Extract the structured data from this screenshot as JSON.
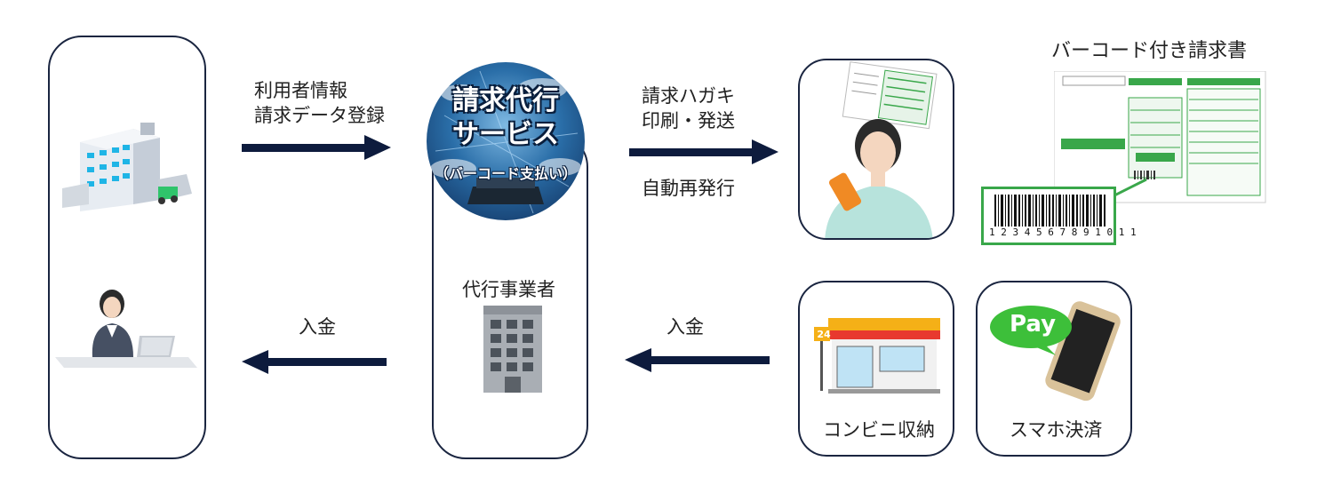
{
  "left": {
    "arrow_top_label_1": "利用者情報",
    "arrow_top_label_2": "請求データ登録",
    "arrow_bottom_label": "入金"
  },
  "center": {
    "service_title_1": "請求代行",
    "service_title_2": "サービス",
    "service_sub": "（バーコード支払い）",
    "agent_label": "代行事業者"
  },
  "right": {
    "arrow_top_label_1": "請求ハガキ",
    "arrow_top_label_2": "印刷・発送",
    "arrow_top_label_3": "自動再発行",
    "arrow_bottom_label": "入金",
    "invoice_title": "バーコード付き請求書",
    "barcode_number": "1 2 3 4 5 6 7 8 9 1 0 1 1",
    "store_label": "コンビニ収納",
    "store_sign": "24",
    "phone_label": "スマホ決済",
    "pay_bubble": "Pay"
  },
  "colors": {
    "border": "#1a2540",
    "arrow": "#0d1b3d",
    "green": "#39a74a",
    "pay_green": "#3dbf3a"
  },
  "icons": [
    "office-building-icon",
    "office-worker-icon",
    "cloud-service-icon",
    "agency-building-icon",
    "woman-with-postcard-icon",
    "invoice-icon",
    "barcode-icon",
    "convenience-store-icon",
    "smartphone-pay-icon"
  ]
}
